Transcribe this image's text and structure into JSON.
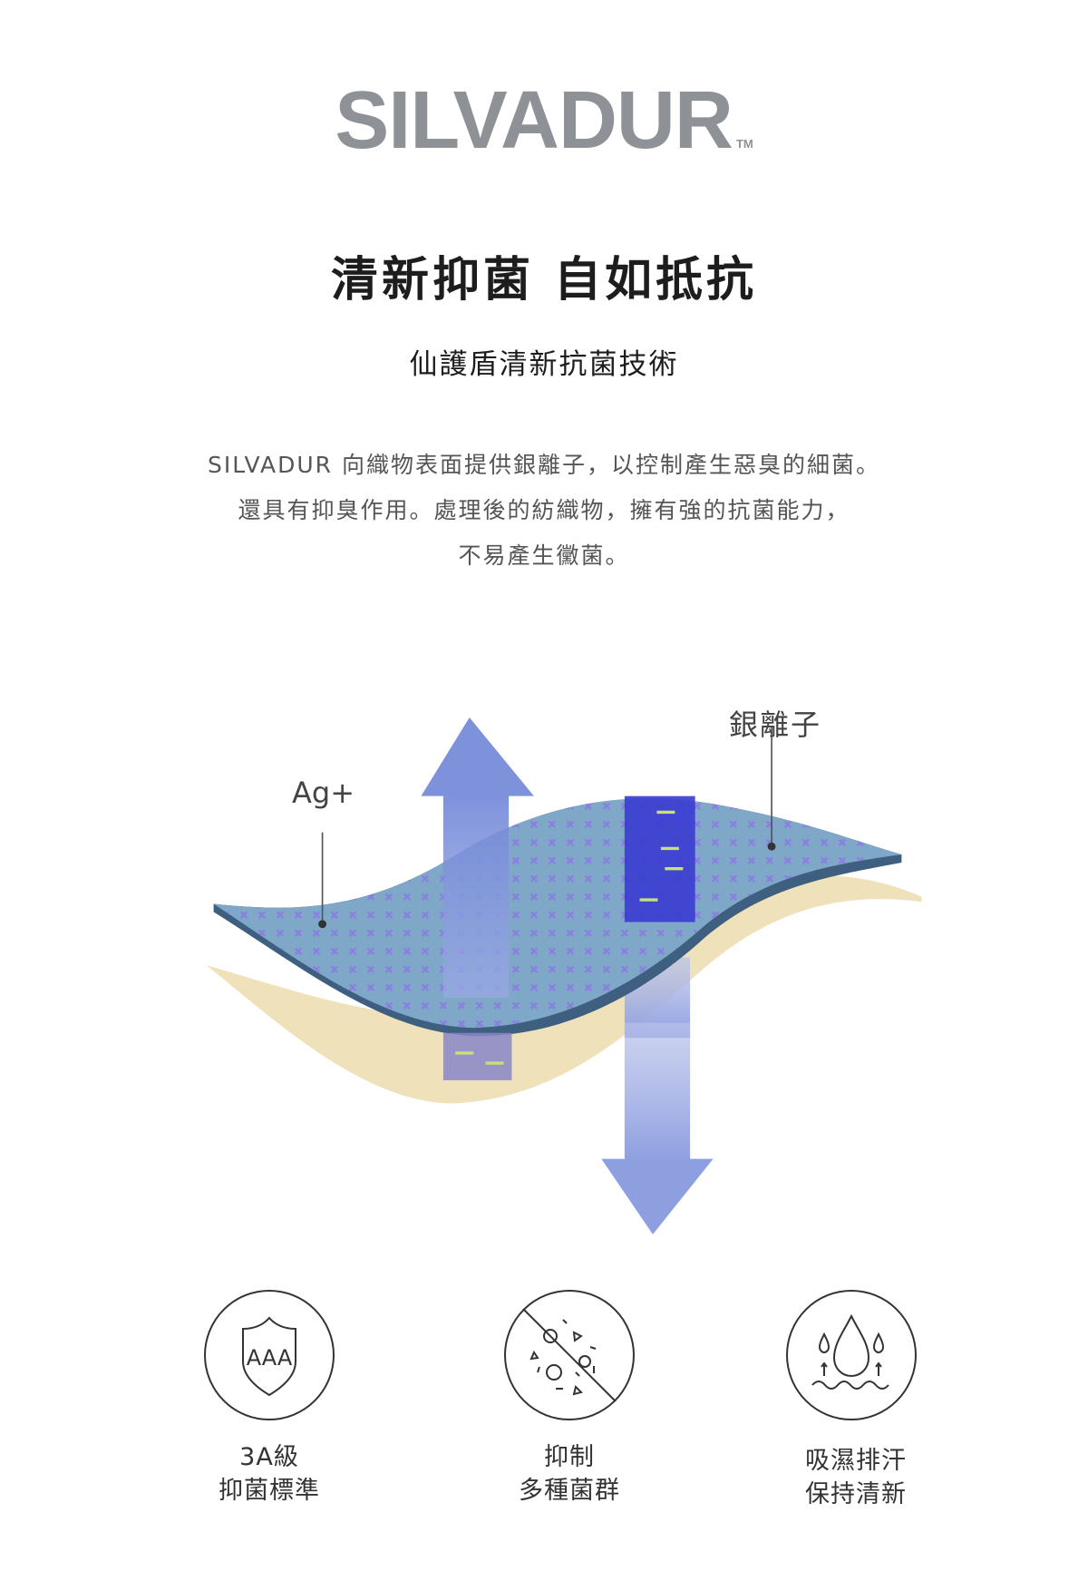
{
  "logo": {
    "text": "SILVADUR",
    "tm": "TM"
  },
  "title": "清新抑菌 自如抵抗",
  "subtitle": "仙護盾清新抗菌技術",
  "paragraph": [
    "SILVADUR 向織物表面提供銀離子，以控制產生惡臭的細菌。",
    "還具有抑臭作用。處理後的紡織物，擁有強的抗菌能力，",
    "不易產生黴菌。"
  ],
  "diagram": {
    "label_ag": "Ag+",
    "label_silver_ion": "銀離子",
    "colors": {
      "fabric_top": "#7fa8c8",
      "fabric_edge": "#3f5f80",
      "fabric_bottom": "#efe2bb",
      "arrow": "#7b8fd6",
      "patch": "#3a3bd0"
    }
  },
  "features": [
    {
      "icon": "shield-aaa-icon",
      "badge": "AAA",
      "line1": "3A級",
      "line2": "抑菌標準"
    },
    {
      "icon": "bacteria-prohibited-icon",
      "line1": "抑制",
      "line2": "多種菌群"
    },
    {
      "icon": "water-drop-icon",
      "line1": "吸濕排汗",
      "line2": "保持清新"
    }
  ]
}
